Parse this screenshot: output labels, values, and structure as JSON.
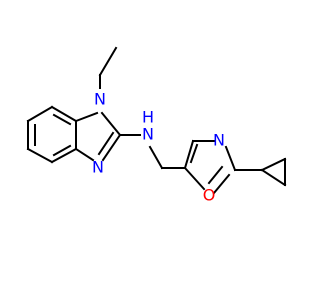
{
  "molecule": {
    "atoms": {
      "n_ethyl": {
        "text": "N",
        "color": "#0000FF"
      },
      "n_imine": {
        "text": "N",
        "color": "#0000FF"
      },
      "n_amine": {
        "text": "N",
        "color": "#0000FF"
      },
      "h_amine": {
        "text": "H",
        "color": "#0000FF"
      },
      "n_oxazole": {
        "text": "N",
        "color": "#0000FF"
      },
      "o_oxazole": {
        "text": "O",
        "color": "#FF0000"
      }
    },
    "bond_color": "#000000"
  }
}
